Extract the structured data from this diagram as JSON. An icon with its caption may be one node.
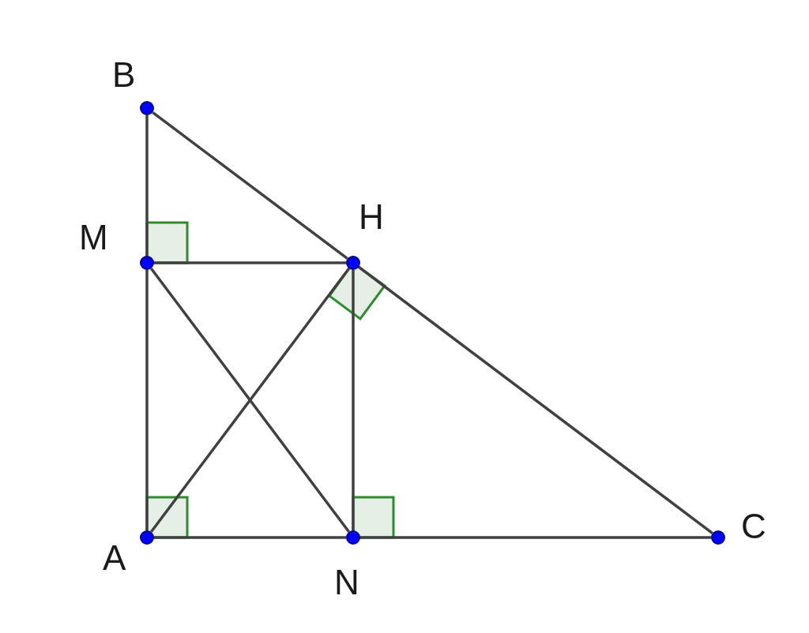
{
  "diagram": {
    "nodes": [
      {
        "text": [
          "B"
        ]
      },
      {
        "text": [
          "M"
        ]
      },
      {
        "text": [
          "H"
        ]
      },
      {
        "text": [
          "A"
        ]
      },
      {
        "text": [
          "N"
        ]
      },
      {
        "text": [
          "C"
        ]
      }
    ],
    "edges": [
      {
        "from": 0,
        "to": 1,
        "arrow": "none"
      },
      {
        "from": 1,
        "to": 3,
        "arrow": "none"
      },
      {
        "from": 0,
        "to": 2,
        "arrow": "none"
      },
      {
        "from": 2,
        "to": 5,
        "arrow": "none"
      },
      {
        "from": 1,
        "to": 2,
        "arrow": "none"
      },
      {
        "from": 1,
        "to": 4,
        "arrow": "none"
      },
      {
        "from": 3,
        "to": 2,
        "arrow": "none"
      },
      {
        "from": 2,
        "to": 4,
        "arrow": "none"
      },
      {
        "from": 3,
        "to": 4,
        "arrow": "none"
      },
      {
        "from": 4,
        "to": 5,
        "arrow": "none"
      }
    ]
  }
}
